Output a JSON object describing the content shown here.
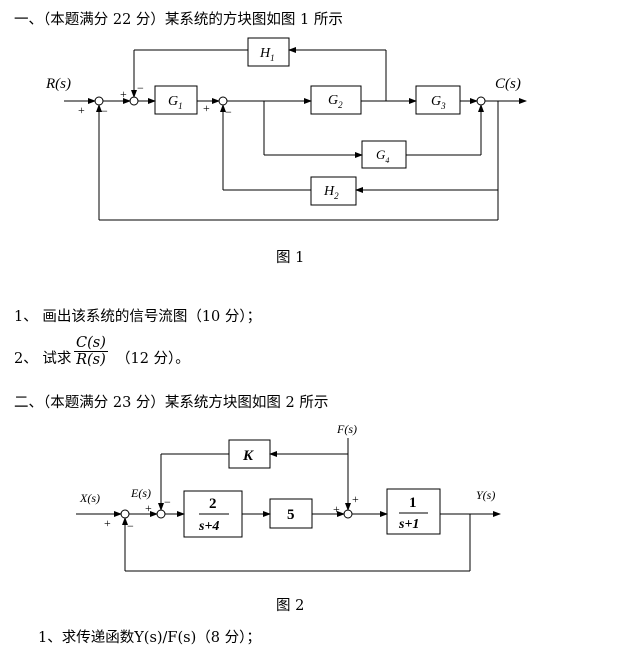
{
  "problem1": {
    "heading": "一、（本题满分 22 分）某系统的方块图如图 1 所示",
    "figure": {
      "input": "R(s)",
      "output": "C(s)",
      "blocks": [
        "H",
        "G",
        "G",
        "G",
        "G",
        "H"
      ],
      "subs": [
        "1",
        "1",
        "2",
        "3",
        "4",
        "2"
      ],
      "signs": [
        "+",
        "−",
        "+",
        "−",
        "+",
        "−"
      ],
      "caption": "图 1"
    },
    "q1": "1、 画出该系统的信号流图（10 分）；",
    "q2_prefix": "2、 试求",
    "q2_num": "C(s)",
    "q2_den": "R(s)",
    "q2_suffix": "（12 分）。"
  },
  "problem2": {
    "heading": "二、（本题满分 23 分）某系统方块图如图 2 所示",
    "figure": {
      "input": "X(s)",
      "error": "E(s)",
      "disturbance": "F(s)",
      "output": "Y(s)",
      "k_block": "K",
      "b1_num": "2",
      "b1_den": "s+4",
      "b2": "5",
      "b3_num": "1",
      "b3_den": "s+1",
      "signs": [
        "+",
        "−",
        "+",
        "−",
        "+",
        "+"
      ],
      "caption": "图 2"
    },
    "q1": "1、求传递函数Y(s)/F(s)（8 分）；"
  }
}
